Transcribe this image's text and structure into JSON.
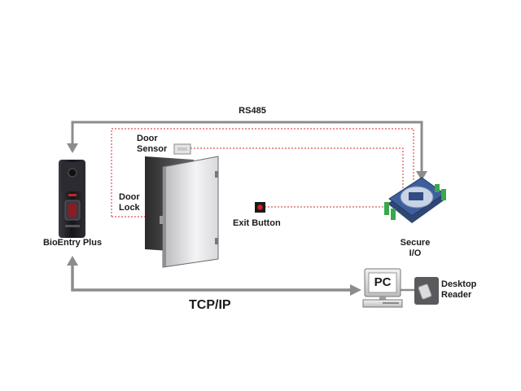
{
  "labels": {
    "rs485": "RS485",
    "door_sensor": "Door\nSensor",
    "door_lock": "Door\nLock",
    "bioentry_plus": "BioEntry Plus",
    "exit_button": "Exit Button",
    "secure_io": "Secure\nI/O",
    "pc": "PC",
    "desktop_reader": "Desktop\nReader",
    "tcp_ip": "TCP/IP"
  },
  "colors": {
    "connector_gray": "#8c8c8c",
    "wire_red": "#d9534f",
    "device_dark": "#1e1e22",
    "secure_io_blue": "#3d5f9e",
    "terminal_green": "#3aa84a",
    "exit_button_red": "#d42020"
  },
  "icons": [
    "bioentry-plus-device",
    "door-icon",
    "door-sensor-icon",
    "exit-button-icon",
    "secure-io-board-icon",
    "pc-icon",
    "desktop-reader-icon"
  ]
}
